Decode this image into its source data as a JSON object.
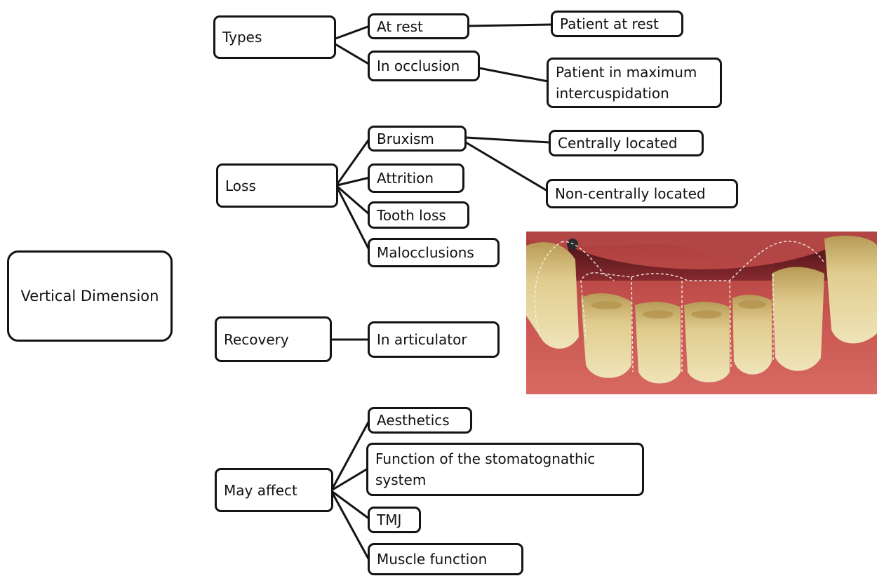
{
  "diagram": {
    "root": "Vertical Dimension",
    "types": {
      "label": "Types",
      "at_rest": "At rest",
      "at_rest_detail": "Patient at rest",
      "in_occlusion": "In occlusion",
      "in_occlusion_detail": "Patient in maximum intercuspidation"
    },
    "loss": {
      "label": "Loss",
      "bruxism": "Bruxism",
      "bruxism_central": "Centrally located",
      "bruxism_noncentral": "Non-centrally located",
      "attrition": "Attrition",
      "tooth_loss": "Tooth loss",
      "malocclusions": "Malocclusions"
    },
    "recovery": {
      "label": "Recovery",
      "in_articulator": "In articulator"
    },
    "may_affect": {
      "label": "May affect",
      "aesthetics": "Aesthetics",
      "function": "Function of the stomatognathic system",
      "tmj": "TMJ",
      "muscle_function": "Muscle function"
    }
  },
  "colors": {
    "line": "#141414",
    "gum": "#c24a48",
    "tooth": "#dcc687"
  }
}
